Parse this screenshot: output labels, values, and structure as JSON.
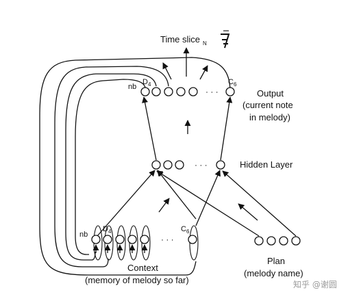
{
  "diagram": {
    "time_slice_label": "Time slice",
    "time_slice_subscript": "N",
    "output_label": "Output",
    "output_desc_line1": "(current note",
    "output_desc_line2": "in melody)",
    "hidden_label": "Hidden Layer",
    "context_label": "Context",
    "context_desc": "(memory of melody so far)",
    "plan_label": "Plan",
    "plan_desc": "(melody name)",
    "unit_nb": "nb",
    "unit_d4": "D",
    "unit_d4_sub": "4",
    "unit_c6": "C",
    "unit_c6_sub": "6",
    "ellipsis": "· · ·"
  },
  "watermark": {
    "text": "知乎 @谢圆"
  }
}
